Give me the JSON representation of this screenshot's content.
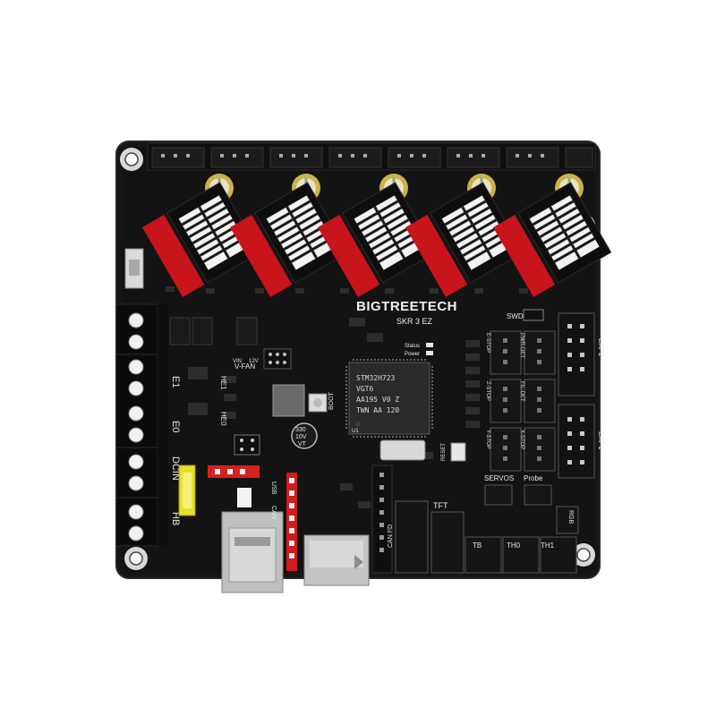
{
  "board": {
    "brand": "BIGTREETECH",
    "model": "SKR 3 EZ"
  },
  "mcu": {
    "line1": "STM32H723",
    "line2": "VGT6",
    "line3": "AA195 V0 Z",
    "line4": "TWN AA 120"
  },
  "labels": {
    "swd": "SWD",
    "status": "Status",
    "power": "Power",
    "boot": "BOOT",
    "reset": "RESET",
    "exp2": "EXP2",
    "exp1": "EXP1",
    "servos": "SERVOS",
    "probe": "Probe",
    "tft": "TFT",
    "rgb": "RGB",
    "tb": "TB",
    "th0": "TH0",
    "th1": "TH1",
    "can_fd": "CAN FD",
    "usb": "USB",
    "can": "CAN",
    "vfan": "V-FAN",
    "he1": "HE1",
    "he0": "HE0",
    "hb": "HB",
    "dcin": "DCIN",
    "e1": "E1",
    "e0": "E0",
    "plus": "+",
    "vin": "VIN",
    "v12": "12V",
    "cap_value": "330",
    "cap_volt": "10V",
    "cap_type": "VT",
    "estop": "E-STOP",
    "zstop": "Z-STOP",
    "ystop": "Y-STOP",
    "xstop": "X-STOP",
    "pwrdet": "PWR-DET",
    "fil_det": "FIL-DET",
    "u1": "U1"
  },
  "colors": {
    "pcb": "#141414",
    "pcb_edge": "#1e1e1e",
    "silk": "#e6e6e6",
    "driver_red": "#c8141b",
    "driver_white": "#f2f2f2",
    "cap_gold": "#d9c25a",
    "fuse_yellow": "#e8df2a",
    "jumper_red": "#d72020",
    "terminal_black": "#111111",
    "metal": "#c9c9c9"
  }
}
